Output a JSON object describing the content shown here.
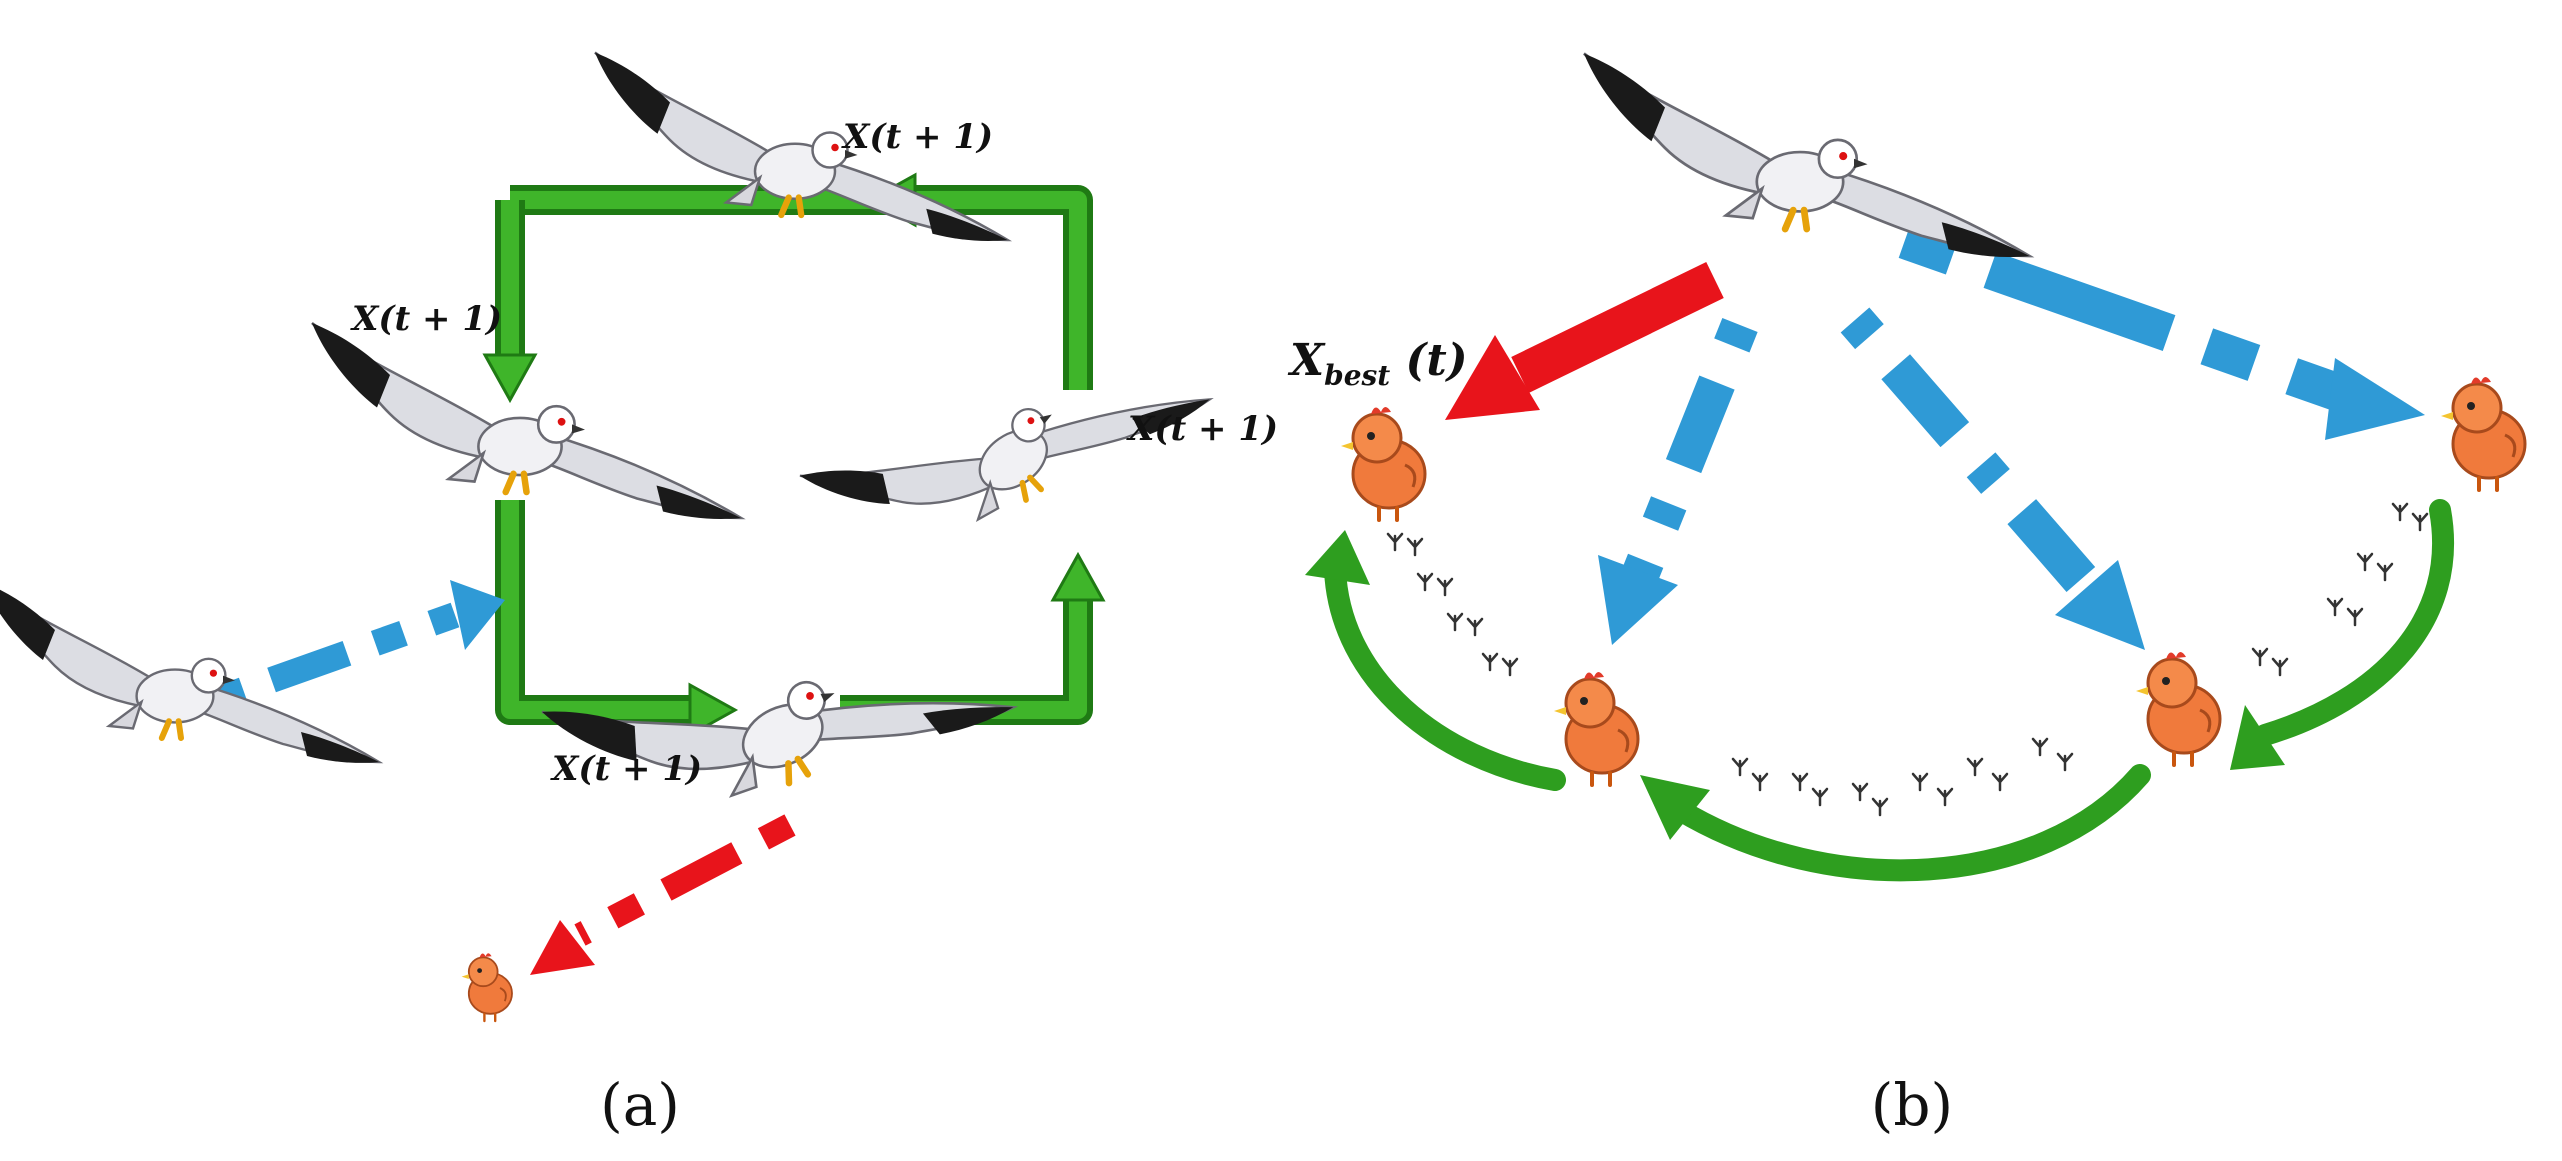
{
  "panel_a": {
    "caption": "(a)",
    "labels": {
      "top": "X(t + 1)",
      "left": "X(t + 1)",
      "right": "X(t + 1)",
      "bottom": "X(t + 1)"
    }
  },
  "panel_b": {
    "caption": "(b)",
    "best_label": {
      "main": "X",
      "sub": "best",
      "tail": " (t)"
    }
  },
  "colors": {
    "loop_arrow": "#2e9e1f",
    "attack_arrow": "#e8141b",
    "approach_arrow": "#2f9ad6",
    "chick": "#f07a3c",
    "kite_body": "#e9e9ee",
    "kite_wing_tip": "#1a1a1a"
  },
  "icons": [
    "kite-bird-icon",
    "chick-icon",
    "footprint-icon"
  ]
}
